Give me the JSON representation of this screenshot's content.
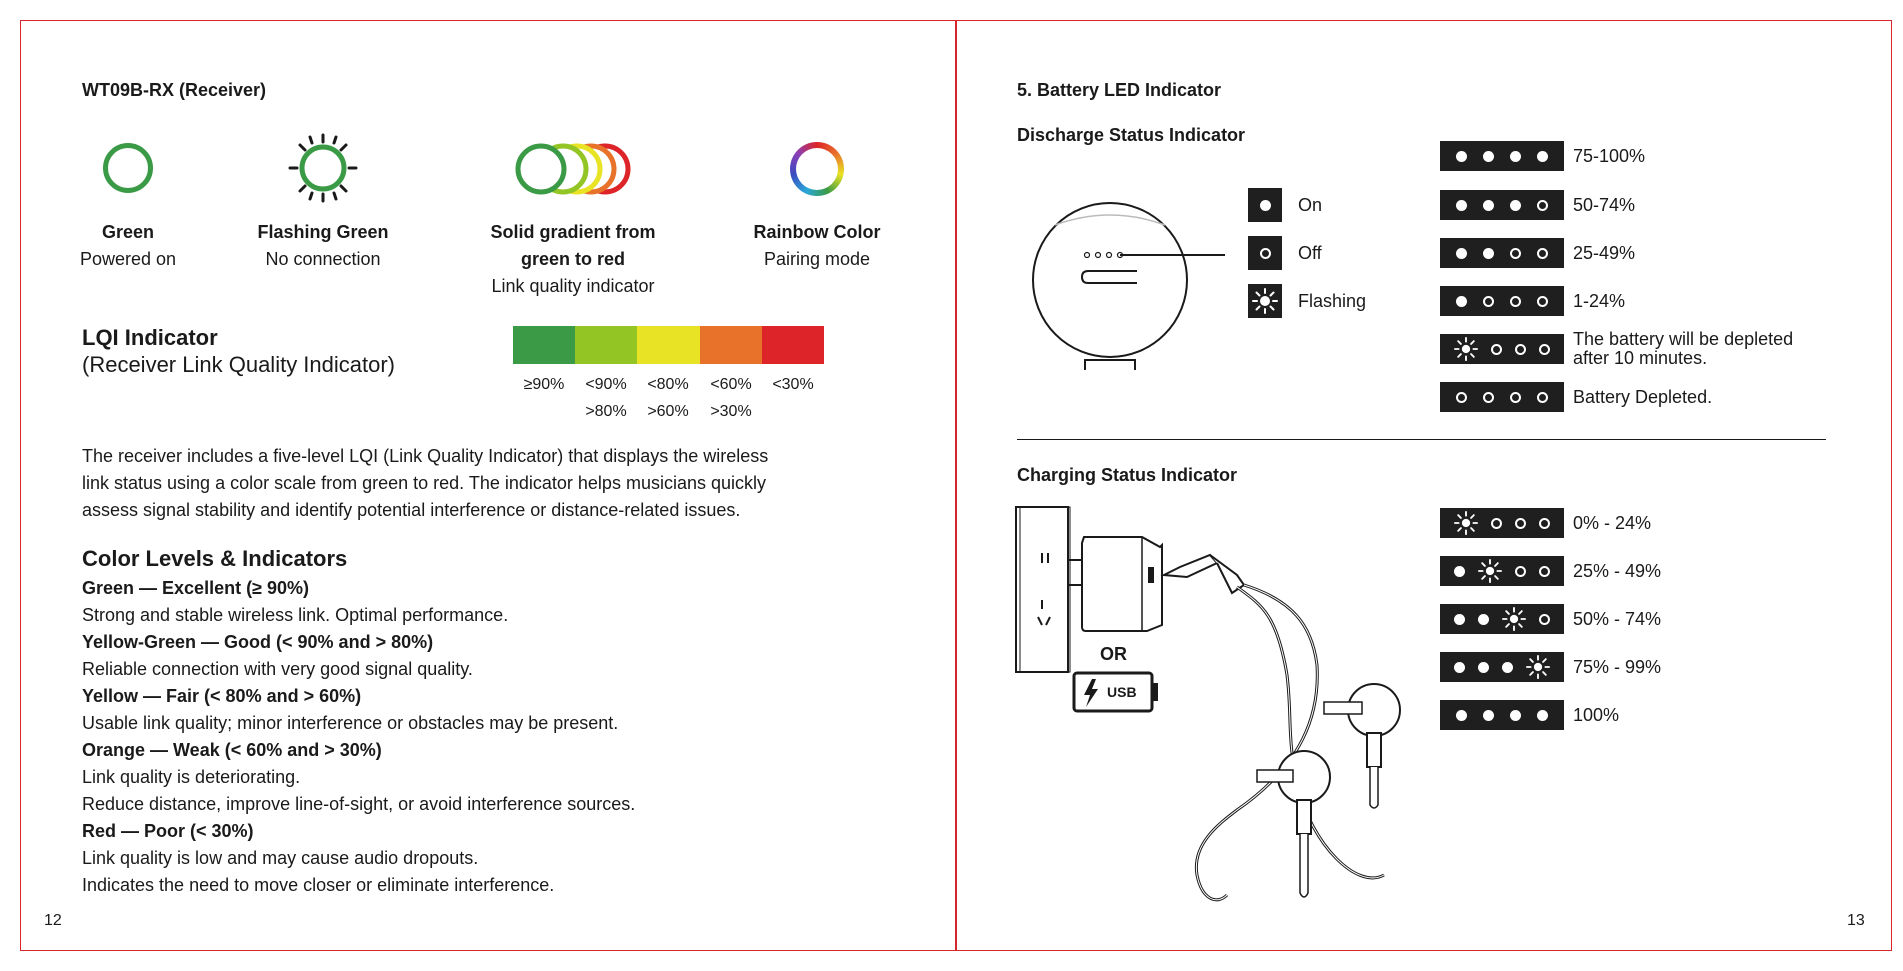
{
  "left_page": {
    "heading": "WT09B-RX (Receiver)",
    "status_icons": [
      {
        "title": "Green",
        "subtitle": "Powered on",
        "icon": "green-ring-icon"
      },
      {
        "title": "Flashing Green",
        "subtitle": "No connection",
        "icon": "flashing-green-ring-icon"
      },
      {
        "title": "Solid gradient from",
        "title2": "green to red",
        "subtitle": "Link quality indicator",
        "icon": "gradient-rings-icon"
      },
      {
        "title": "Rainbow Color",
        "subtitle": "Pairing mode",
        "icon": "rainbow-ring-icon"
      }
    ],
    "lqi": {
      "title": "LQI Indicator",
      "subtitle": "(Receiver Link Quality Indicator)",
      "segments": [
        {
          "color": "#3a9a45",
          "label1": "≥90%",
          "label2": ""
        },
        {
          "color": "#93c524",
          "label1": "<90%",
          "label2": ">80%"
        },
        {
          "color": "#e8e325",
          "label1": "<80%",
          "label2": ">60%"
        },
        {
          "color": "#e8722a",
          "label1": "<60%",
          "label2": ">30%"
        },
        {
          "color": "#dd2428",
          "label1": "<30%",
          "label2": ""
        }
      ]
    },
    "intro_lines": [
      "The receiver includes a five-level LQI (Link Quality Indicator) that displays the wireless",
      "link status using a color scale from green to red. The indicator helps musicians quickly",
      "assess signal stability and identify potential interference or distance-related issues."
    ],
    "levels_title": "Color Levels & Indicators",
    "levels": [
      {
        "heading": "Green — Excellent (≥ 90%)",
        "lines": [
          "Strong and stable wireless link. Optimal performance."
        ]
      },
      {
        "heading": "Yellow-Green — Good (< 90% and > 80%)",
        "lines": [
          "Reliable connection with very good signal quality."
        ]
      },
      {
        "heading": "Yellow — Fair (< 80% and > 60%)",
        "lines": [
          "Usable link quality; minor interference or obstacles may be present."
        ]
      },
      {
        "heading": "Orange — Weak (< 60% and > 30%)",
        "lines": [
          "Link quality is deteriorating.",
          "Reduce distance, improve line-of-sight, or avoid interference sources."
        ]
      },
      {
        "heading": "Red — Poor (< 30%)",
        "lines": [
          "Link quality is low and may cause audio dropouts.",
          "Indicates the need to move closer or eliminate interference."
        ]
      }
    ],
    "page_number": "12"
  },
  "right_page": {
    "heading": "5. Battery LED Indicator",
    "discharge_title": "Discharge Status Indicator",
    "legend": [
      {
        "state": "on",
        "label": "On"
      },
      {
        "state": "off",
        "label": "Off"
      },
      {
        "state": "flash",
        "label": "Flashing"
      }
    ],
    "discharge_rows": [
      {
        "leds": [
          "on",
          "on",
          "on",
          "on"
        ],
        "label": "75-100%"
      },
      {
        "leds": [
          "on",
          "on",
          "on",
          "off"
        ],
        "label": "50-74%"
      },
      {
        "leds": [
          "on",
          "on",
          "off",
          "off"
        ],
        "label": "25-49%"
      },
      {
        "leds": [
          "on",
          "off",
          "off",
          "off"
        ],
        "label": "1-24%"
      },
      {
        "leds": [
          "flash",
          "off",
          "off",
          "off"
        ],
        "label": "The battery will be depleted",
        "label2": "after 10 minutes."
      },
      {
        "leds": [
          "off",
          "off",
          "off",
          "off"
        ],
        "label": "Battery Depleted."
      }
    ],
    "charging_title": "Charging Status Indicator",
    "or_label": "OR",
    "usb_label": "USB",
    "charging_rows": [
      {
        "leds": [
          "flash",
          "off",
          "off",
          "off"
        ],
        "label": "0% - 24%"
      },
      {
        "leds": [
          "on",
          "flash",
          "off",
          "off"
        ],
        "label": "25% - 49%"
      },
      {
        "leds": [
          "on",
          "on",
          "flash",
          "off"
        ],
        "label": "50% - 74%"
      },
      {
        "leds": [
          "on",
          "on",
          "on",
          "flash"
        ],
        "label": "75% - 99%"
      },
      {
        "leds": [
          "on",
          "on",
          "on",
          "on"
        ],
        "label": "100%"
      }
    ],
    "page_number": "13"
  }
}
